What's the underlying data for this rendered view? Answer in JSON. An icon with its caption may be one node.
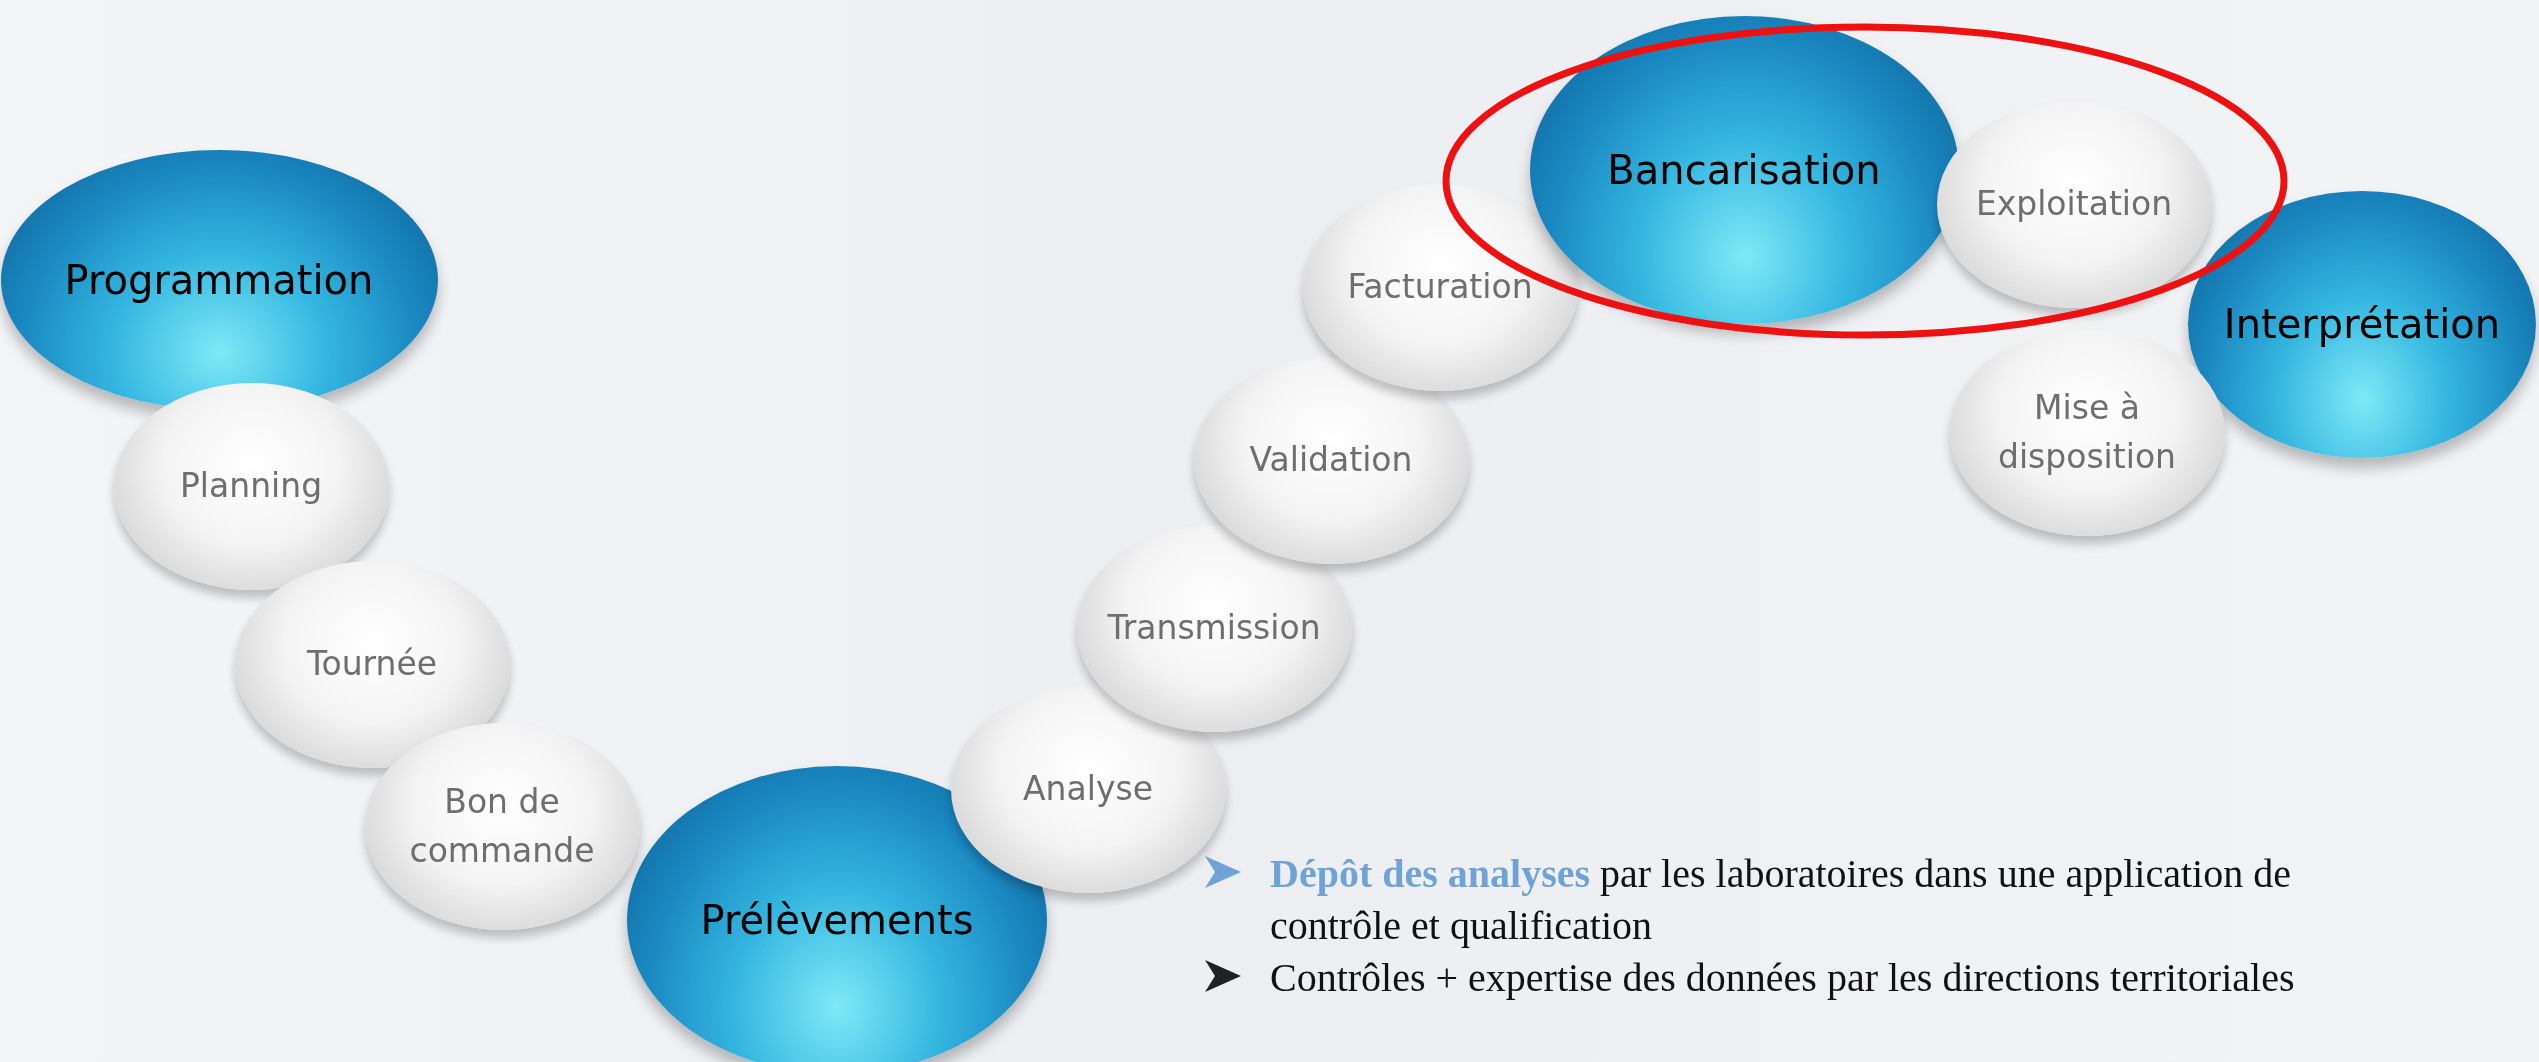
{
  "diagram": {
    "nodes": [
      {
        "text": [
          "Programmation"
        ]
      },
      {
        "text": [
          "Planning"
        ]
      },
      {
        "text": [
          "Tournée"
        ]
      },
      {
        "text": [
          "Bon de commande"
        ]
      },
      {
        "text": [
          "Prélèvements"
        ]
      },
      {
        "text": [
          "Analyse"
        ]
      },
      {
        "text": [
          "Transmission"
        ]
      },
      {
        "text": [
          "Validation"
        ]
      },
      {
        "text": [
          "Facturation"
        ]
      },
      {
        "text": [
          "Bancarisation"
        ]
      },
      {
        "text": [
          "Exploitation"
        ]
      },
      {
        "text": [
          "Interprétation"
        ]
      },
      {
        "text": [
          "Mise à disposition"
        ]
      }
    ],
    "edges": [],
    "labels": [
      "**Dépôt des analyses** par les laboratoires dans une application de contrôle et qualification",
      "Contrôles + expertise des données par les directions territoriales"
    ]
  }
}
